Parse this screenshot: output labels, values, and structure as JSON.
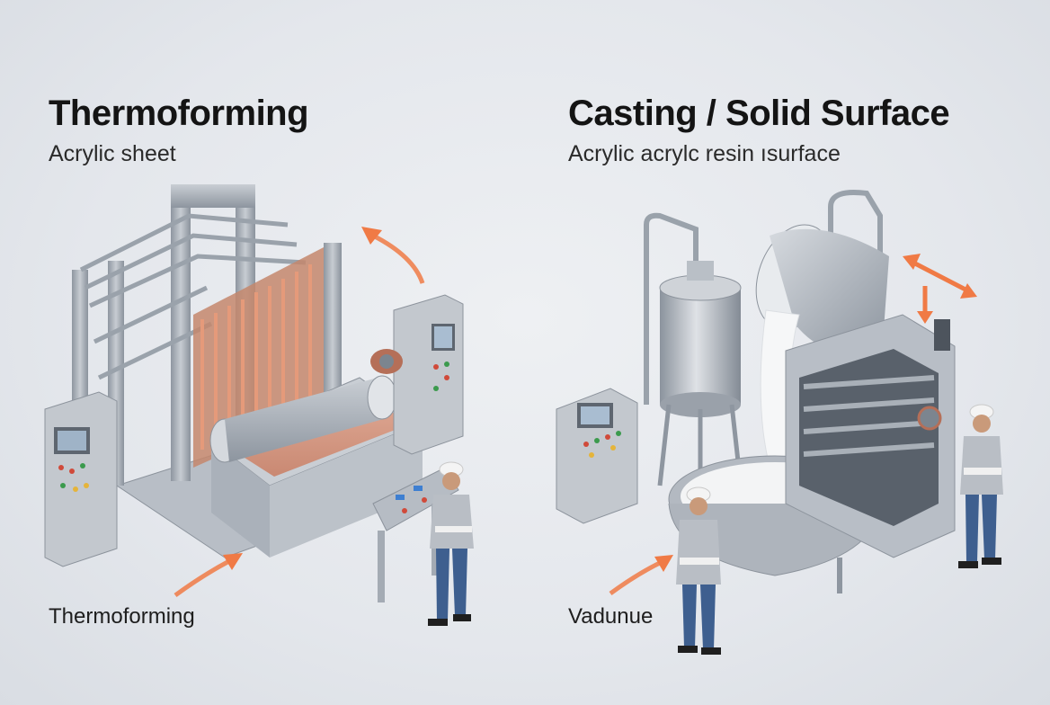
{
  "left_panel": {
    "title": "Thermoforming",
    "subtitle": "Acrylic sheet",
    "caption": "Thermoforming"
  },
  "right_panel": {
    "title": "Casting / Solid Surface",
    "subtitle": "Acrylic acrylc resin ısurface",
    "caption": "Vadunue"
  },
  "colors": {
    "accent_arrow": "#f07a45",
    "heater_coil": "#d9825f",
    "steel": "#aab1ba",
    "resin": "#f4f5f6"
  },
  "icons": [
    "arrow-icon",
    "worker-icon",
    "control-panel-icon"
  ]
}
